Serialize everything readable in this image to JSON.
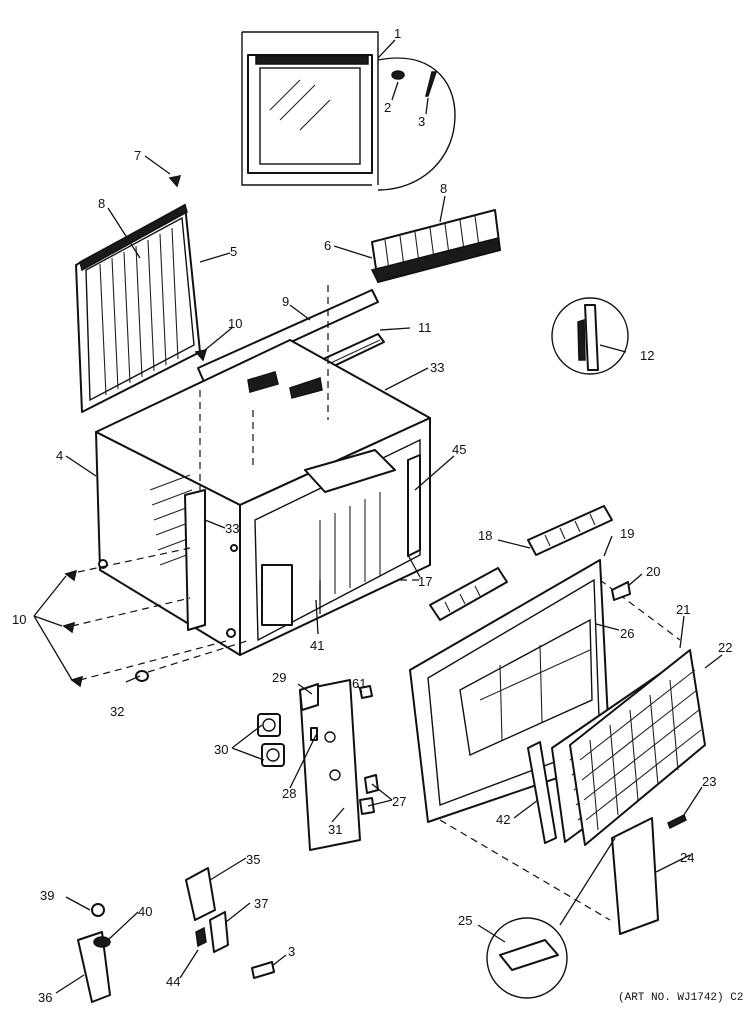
{
  "diagram": {
    "callouts": [
      "1",
      "2",
      "3",
      "4",
      "5",
      "6",
      "7",
      "8",
      "8",
      "9",
      "10",
      "10",
      "11",
      "12",
      "17",
      "18",
      "19",
      "20",
      "21",
      "22",
      "23",
      "24",
      "25",
      "26",
      "27",
      "28",
      "29",
      "30",
      "31",
      "32",
      "33",
      "33",
      "35",
      "36",
      "37",
      "39",
      "40",
      "41",
      "42",
      "44",
      "45",
      "61",
      "3"
    ],
    "art_number": "(ART NO. WJ1742) C2"
  }
}
